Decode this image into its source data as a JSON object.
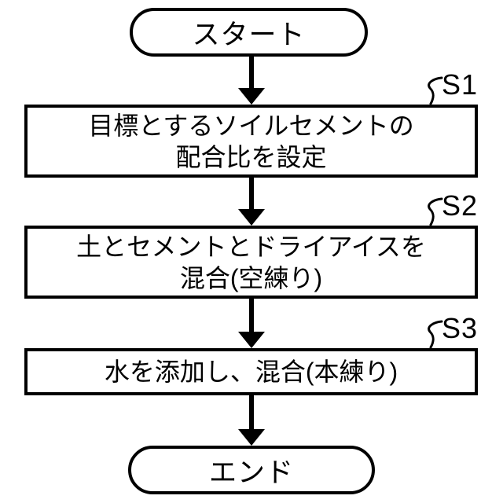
{
  "flowchart": {
    "start_label": "スタート",
    "end_label": "エンド",
    "steps": [
      {
        "id": "S1",
        "lines": [
          "目標とするソイルセメントの",
          "配合比を設定"
        ]
      },
      {
        "id": "S2",
        "lines": [
          "土とセメントとドライアイスを",
          "混合(空練り)"
        ]
      },
      {
        "id": "S3",
        "lines": [
          "水を添加し、混合(本練り)"
        ]
      }
    ],
    "colors": {
      "stroke": "#000000",
      "background": "#ffffff"
    }
  }
}
